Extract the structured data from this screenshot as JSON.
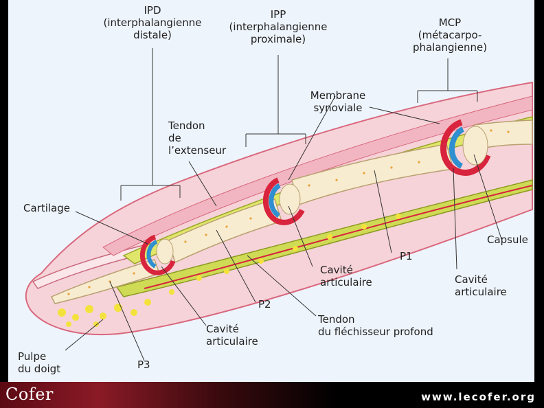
{
  "labels": {
    "ipd": [
      "IPD",
      "(interphalangienne",
      "distale)"
    ],
    "ipp": [
      "IPP",
      "(interphalangienne",
      "proximale)"
    ],
    "mcp": [
      "MCP",
      "(métacarpo-",
      "phalangienne)"
    ],
    "membrane": [
      "Membrane",
      "synoviale"
    ],
    "tendon_ext": [
      "Tendon",
      "de",
      "l’extenseur"
    ],
    "cartilage": "Cartilage",
    "capsule": "Capsule",
    "p1": "P1",
    "p2": "P2",
    "p3": "P3",
    "cavite_ipp": [
      "Cavité",
      "articulaire"
    ],
    "cavite_mcp": [
      "Cavité",
      "articulaire"
    ],
    "cavite_ipd": [
      "Cavité",
      "articulaire"
    ],
    "tendon_flex": [
      "Tendon",
      "du fléchisseur profond"
    ],
    "pulpe": [
      "Pulpe",
      "du doigt"
    ]
  },
  "footer": {
    "brand": "Cofer",
    "site": "www.lecofer.org"
  },
  "colors": {
    "background": "#eef4fb",
    "skin": "#f3c4cc",
    "skin_outline": "#d9687e",
    "bone": "#f7ecd0",
    "marrow": "#e9a23a",
    "tendon": "#d6e05a",
    "tendon_dark": "#9aa62a",
    "cartilage": "#2f8fd0",
    "capsule": "#d8243c",
    "fat": "#f4e23c"
  }
}
